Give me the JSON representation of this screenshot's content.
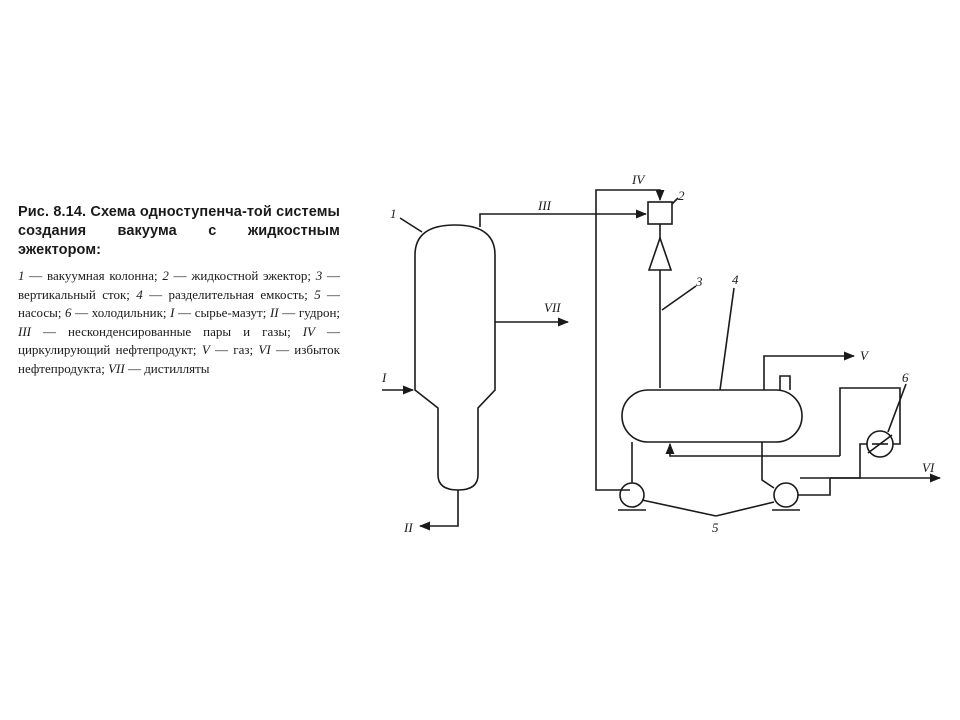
{
  "caption": {
    "title": "Рис. 8.14. Схема одноступенча-той системы создания вакуума с жидкостным эжектором:",
    "legend_items": [
      {
        "num": "1",
        "text": "вакуумная колонна;"
      },
      {
        "num": "2",
        "text": "жидкостной эжектор;"
      },
      {
        "num": "3",
        "text": "вертикальный сток;"
      },
      {
        "num": "4",
        "text": "разделительная емкость;"
      },
      {
        "num": "5",
        "text": "насосы;"
      },
      {
        "num": "6",
        "text": "холодильник;"
      },
      {
        "num": "I",
        "text": "сырье-мазут;"
      },
      {
        "num": "II",
        "text": "гудрон;"
      },
      {
        "num": "III",
        "text": "несконденсированные пары и газы;"
      },
      {
        "num": "IV",
        "text": "циркулирующий нефтепродукт;"
      },
      {
        "num": "V",
        "text": "газ;"
      },
      {
        "num": "VI",
        "text": "избыток нефтепродукта;"
      },
      {
        "num": "VII",
        "text": "дистилляты"
      }
    ]
  },
  "diagram": {
    "labels": {
      "column": "1",
      "ejector": "2",
      "downcomer": "3",
      "separator": "4",
      "pumps": "5",
      "cooler": "6",
      "feed": "I",
      "residue": "II",
      "vapors": "III",
      "circulating": "IV",
      "gas": "V",
      "excess": "VI",
      "distillates": "VII"
    }
  }
}
